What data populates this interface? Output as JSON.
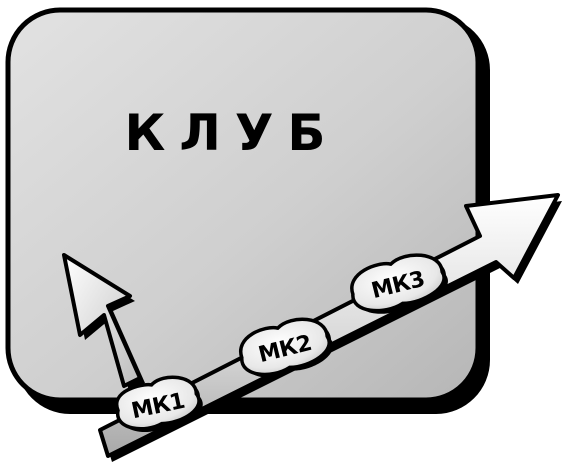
{
  "title": "КЛУБ",
  "stages": [
    {
      "label": "МК1"
    },
    {
      "label": "МК2"
    },
    {
      "label": "МК3"
    }
  ]
}
